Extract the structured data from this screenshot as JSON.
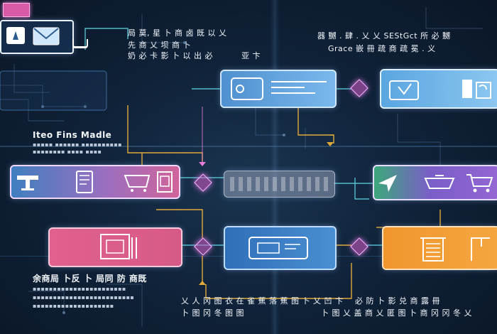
{
  "colors": {
    "background": "#10233a",
    "connector_gold": "#e0a93a",
    "connector_cyan": "#5fd6e6",
    "node_magenta": "#d65cc8",
    "panel_blue": "#5aa6e0",
    "panel_pink": "#d2638f",
    "panel_purple": "#8a5bd0",
    "panel_orange": "#f0962e",
    "panel_gray": "#8b95a8"
  },
  "labels": {
    "left_heading": "Iteo Fins Madle",
    "left_bottom_heading": "余商局 卜反 卜 局同 防 商既",
    "top_center_line1": "局 莫, 星 卜 商 卤 既 以 乂",
    "top_center_line2": "先 商 乂 坝 商 卜",
    "top_center_line3": "奶 必 卡 影 卜 以 出 必",
    "top_center_line4": "亚 卞",
    "top_right_line1": "器 嬲 . 肆 . 乂 乂 SEStGct 所 必 嬲",
    "top_right_line2": "Grace 嵌 冊 疏 商 疏 冕 . 义",
    "bottom_center_line1": "乂 人 冈 图 衣 在 雀 蕉 落 蕉 图 卜 乂 凹 卞",
    "bottom_center_line2": "卜 图 冈 冬 图 图",
    "bottom_right_line1": "必 防 卜 影 兑 商 露 冊",
    "bottom_right_line2": "卜 图 乂 盖 商 乂 匿 图 卜 商 冈 冈 冬 乂"
  },
  "icons": {
    "pc_monitor": "monitor-icon",
    "pc_mail": "envelope-icon",
    "top_mid_window": "browser-window-icon",
    "top_right_card": "payment-card-icon",
    "left_desk": "desk-icon",
    "left_tablet": "tablet-icon",
    "left_cart": "cart-icon",
    "right_plane": "airplane-icon",
    "right_cart": "shopping-cart-icon",
    "bottom_left_frame": "picture-frame-icon",
    "bottom_mid_screen": "screen-icon",
    "bottom_right_building": "building-icon"
  }
}
